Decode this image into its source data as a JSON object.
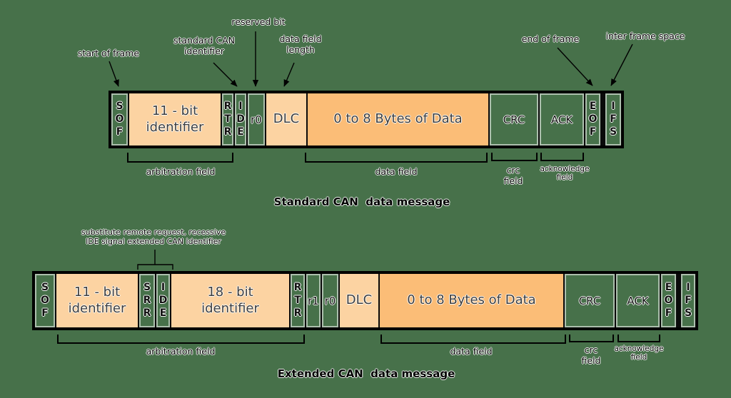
{
  "colors": {
    "background": "#47714a",
    "field_light_orange": "#fcd3a2",
    "field_dark_orange": "#fbbd77",
    "line": "#000000"
  },
  "standard_frame": {
    "title": "Standard CAN  data message",
    "cells": {
      "sof": "SOF",
      "identifier": "11 - bit\nidentifier",
      "rtr": "RTR",
      "ide": "IDE",
      "r0": "r0",
      "dlc": "DLC",
      "data": "0 to 8 Bytes of Data",
      "crc": "CRC",
      "ack": "ACK",
      "eof": "EOF",
      "ifs": "IFS"
    },
    "callouts": {
      "start_of_frame": "start of frame",
      "standard_can_identifier": "standard CAN\nidentifier",
      "reserved_bit": "reserved bit",
      "data_field_length": "data field\nlength",
      "end_of_frame": "end of frame",
      "inter_frame_space": "inter frame space"
    },
    "field_labels": {
      "arbitration": "arbitration field",
      "data": "data field",
      "crc": "crc\nfield",
      "ack": "acknowledge\nfield"
    }
  },
  "extended_frame": {
    "title": "Extended CAN  data message",
    "cells": {
      "sof": "SOF",
      "identifier11": "11 - bit\nidentifier",
      "srr": "SRR",
      "ide": "IDE",
      "identifier18": "18 - bit\nidentifier",
      "rtr": "RTR",
      "r1": "r1",
      "r0": "r0",
      "dlc": "DLC",
      "data": "0 to 8 Bytes of Data",
      "crc": "CRC",
      "ack": "ACK",
      "eof": "EOF",
      "ifs": "IFS"
    },
    "callouts": {
      "srr_ide": "substitute remote request, recessive\nIDE signal extended CAN identifier"
    },
    "field_labels": {
      "arbitration": "arbitration field",
      "data": "data field",
      "crc": "crc\nfield",
      "ack": "acknowledge\nfield"
    }
  }
}
